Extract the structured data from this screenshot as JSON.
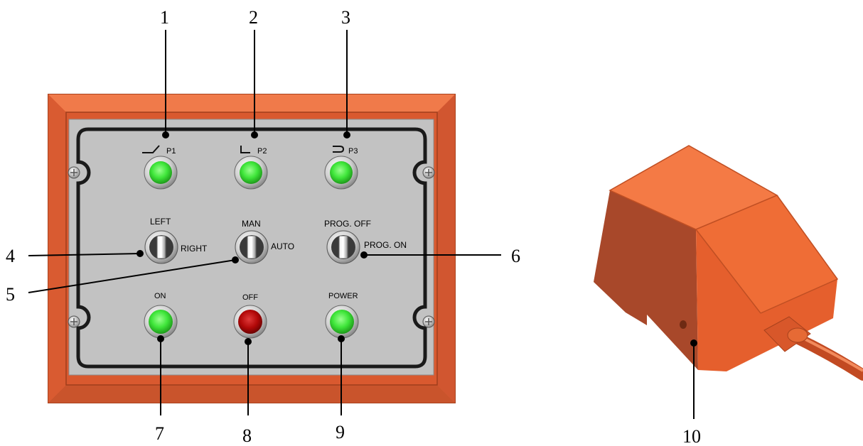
{
  "callouts": [
    "1",
    "2",
    "3",
    "4",
    "5",
    "6",
    "7",
    "8",
    "9",
    "10"
  ],
  "panel": {
    "pedals": [
      {
        "label": "P1",
        "indicator_color": "#3fe63a"
      },
      {
        "label": "P2",
        "indicator_color": "#3fe63a"
      },
      {
        "label": "P3",
        "indicator_color": "#3fe63a"
      }
    ],
    "switches": {
      "direction": {
        "top": "LEFT",
        "side": "RIGHT"
      },
      "mode": {
        "top": "MAN",
        "side": "AUTO"
      },
      "program": {
        "top": "PROG. OFF",
        "side": "PROG. ON"
      }
    },
    "buttons": {
      "on": {
        "label": "ON",
        "color": "#3fe63a"
      },
      "off": {
        "label": "OFF",
        "color": "#c90c0c"
      },
      "power": {
        "label": "POWER",
        "color": "#3fe63a"
      }
    }
  },
  "colors": {
    "housing": "#e8643a",
    "housing_dark": "#b84a26",
    "faceplate": "#c2c2c2",
    "pedal": "#f26b38",
    "pedal_shadow": "#a8482a"
  }
}
